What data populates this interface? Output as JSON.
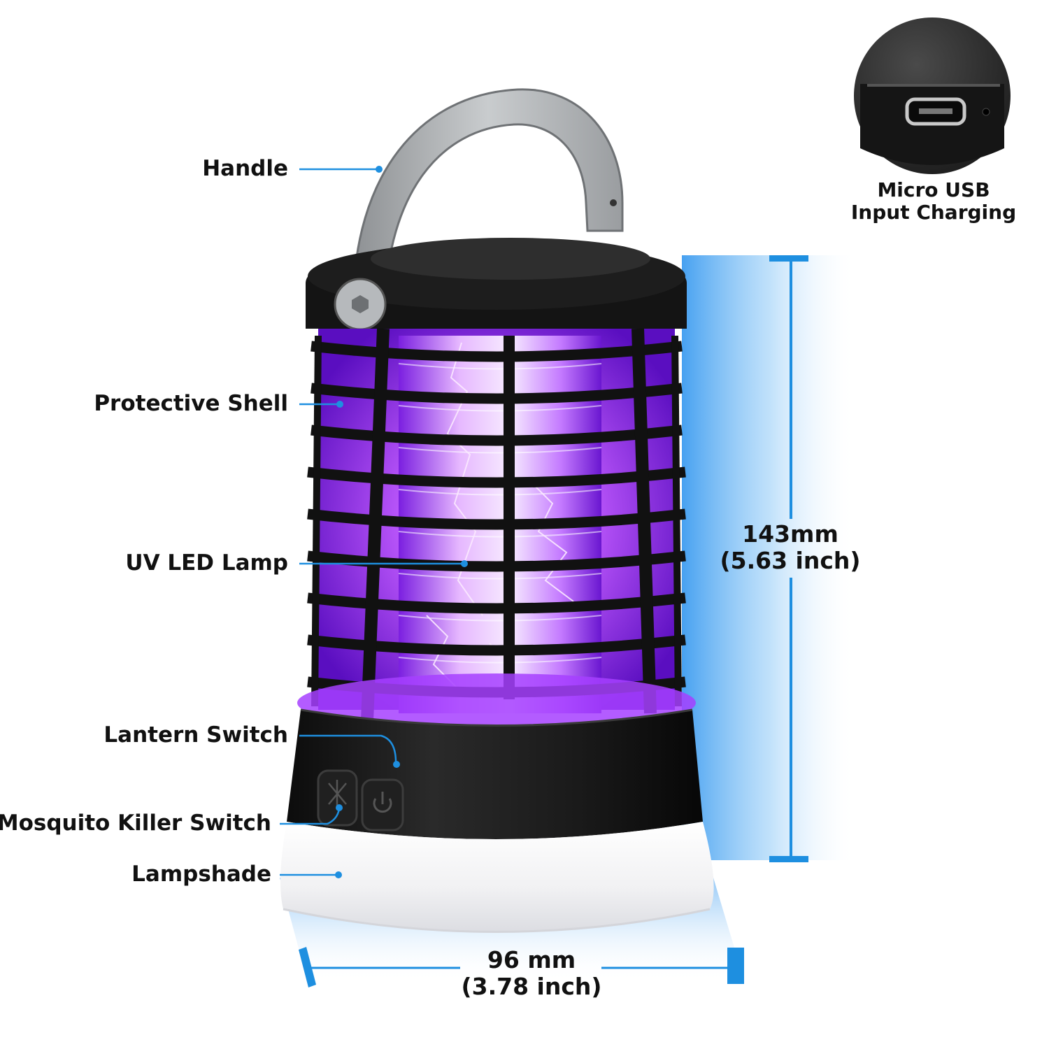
{
  "colors": {
    "accent": "#1e8fe0",
    "uv_purple": "#9a2cff",
    "body_black": "#161616",
    "handle_grey": "#b9bcbf"
  },
  "labels": {
    "handle": "Handle",
    "protective_shell": "Protective Shell",
    "uv_led_lamp": "UV LED Lamp",
    "lantern_switch": "Lantern Switch",
    "mosquito_killer_switch": "Mosquito Killer Switch",
    "lampshade": "Lampshade"
  },
  "inset": {
    "line1": "Micro USB",
    "line2": "Input Charging"
  },
  "dimensions": {
    "height_mm": "143mm",
    "height_in": "(5.63 inch)",
    "width_mm": "96 mm",
    "width_in": "(3.78 inch)"
  }
}
